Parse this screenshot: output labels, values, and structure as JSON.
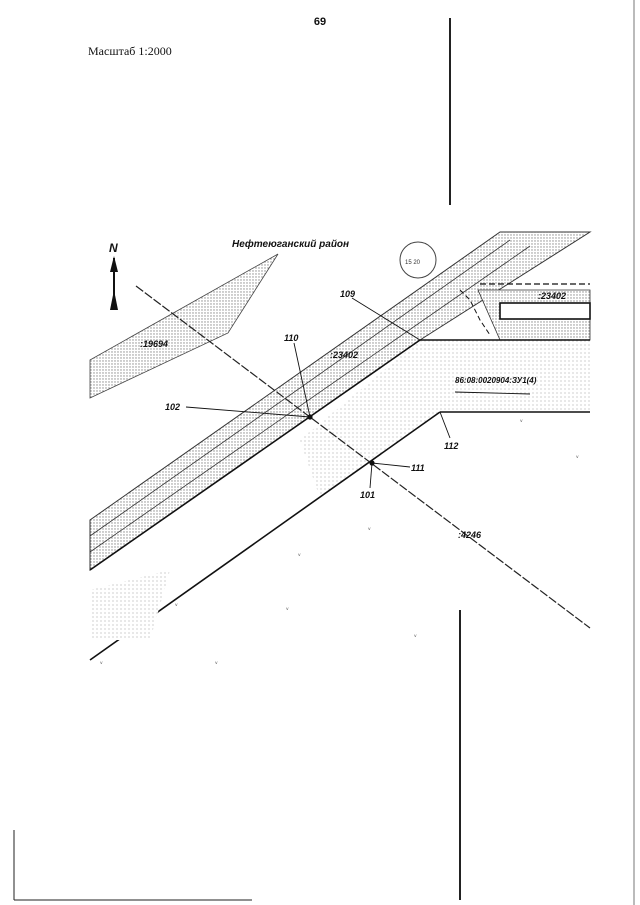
{
  "page_number": "69",
  "scale_label": "Масштаб 1:2000",
  "district_label": "Нефтеюганский район",
  "north_label": "N",
  "parcels": {
    "p19694": ":19694",
    "p23402_main": ":23402",
    "p23402_right": ":23402",
    "p4246": ":4246",
    "cadastral": "86:08:0020904:ЗУ1(4)"
  },
  "points": {
    "p109": "109",
    "p110": "110",
    "p102": "102",
    "p111": "111",
    "p112": "112",
    "p101": "101"
  },
  "colors": {
    "line": "#111111",
    "hatch": "#9a9a9a",
    "frame": "#222222"
  }
}
